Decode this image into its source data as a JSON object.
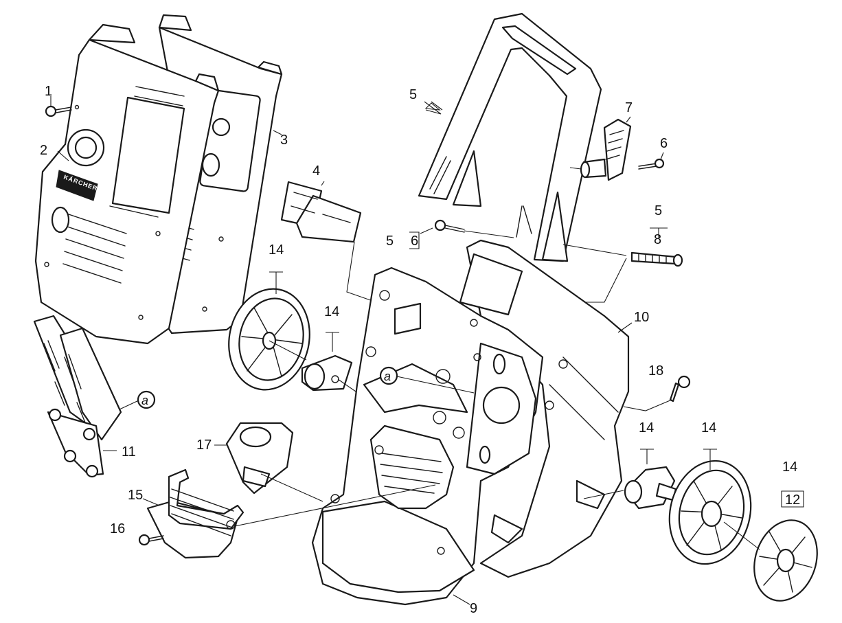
{
  "callouts": {
    "c1": "1",
    "c2": "2",
    "c3": "3",
    "c4": "4",
    "c5_handle": "5",
    "c7": "7",
    "c6_right": "6",
    "c5_screw": "5",
    "c6_screw": "6",
    "c5_bolt": "5",
    "c8": "8",
    "c14_wheel_left": "14",
    "c14_hub_left": "14",
    "c10": "10",
    "c18": "18",
    "c11": "11",
    "c17": "17",
    "c15": "15",
    "c16": "16",
    "c14_hub_right": "14",
    "c14_wheel_right": "14",
    "c14_cap": "14",
    "c12": "12",
    "c9": "9"
  },
  "markers": {
    "a_left": "a",
    "a_center": "a"
  },
  "logo_text": "KÄRCHER"
}
